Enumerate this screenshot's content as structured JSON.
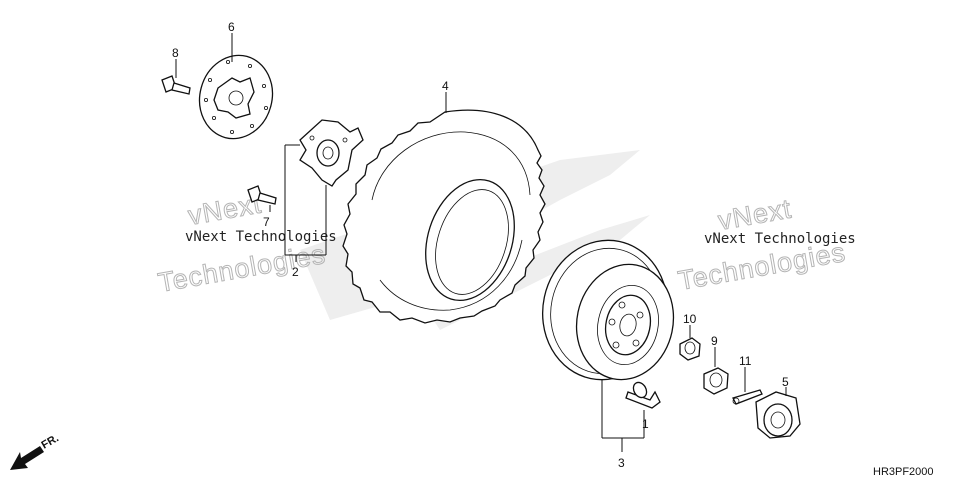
{
  "diagram": {
    "parts": [
      {
        "id": "p1",
        "label": "1"
      },
      {
        "id": "p2",
        "label": "2"
      },
      {
        "id": "p3",
        "label": "3"
      },
      {
        "id": "p4",
        "label": "4"
      },
      {
        "id": "p5",
        "label": "5"
      },
      {
        "id": "p6",
        "label": "6"
      },
      {
        "id": "p7",
        "label": "7"
      },
      {
        "id": "p8",
        "label": "8"
      },
      {
        "id": "p9",
        "label": "9"
      },
      {
        "id": "p10",
        "label": "10"
      },
      {
        "id": "p11",
        "label": "11"
      }
    ],
    "direction_label": "FR.",
    "diagram_code": "HR3PF2000"
  },
  "watermarks": {
    "left_small": "vNext Technologies",
    "right_small": "vNext Technologies",
    "big_line1": "vNext",
    "big_line2": "Technologies"
  },
  "colors": {
    "line": "#111111",
    "watermark_outline": "#b5b5b5",
    "background_logo": "#eeeeee"
  }
}
